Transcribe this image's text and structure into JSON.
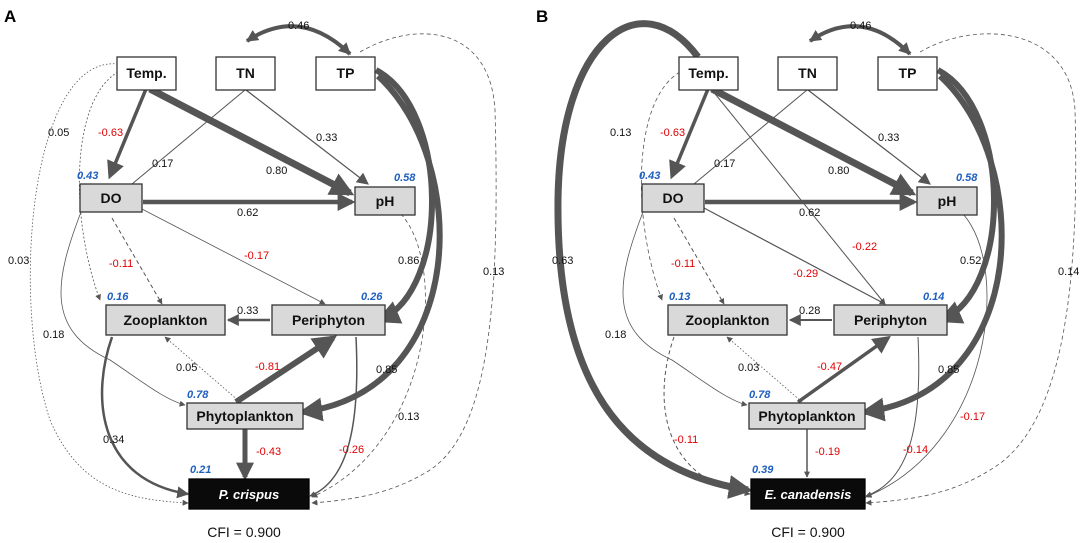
{
  "panels": [
    {
      "label": "A",
      "cfi": "CFI = 0.900",
      "nodes": {
        "temp": "Temp.",
        "tn": "TN",
        "tp": "TP",
        "do": "DO",
        "ph": "pH",
        "zoo": "Zooplankton",
        "peri": "Periphyton",
        "phyto": "Phytoplankton",
        "target": "P. crispus"
      },
      "r2": {
        "do": "0.43",
        "ph": "0.58",
        "zoo": "0.16",
        "peri": "0.26",
        "phyto": "0.78",
        "target": "0.21"
      },
      "edges": {
        "tn_tp": "0.46",
        "temp_do": "-0.63",
        "temp_ph": "0.80",
        "tn_do": "0.17",
        "tn_ph": "0.33",
        "do_ph": "0.62",
        "do_zoo": "-0.11",
        "do_peri": "-0.17",
        "do_phyto": "0.18",
        "temp_zoo": "0.05",
        "temp_target": "0.03",
        "tp_peri": "0.86",
        "tp_phyto": "0.85",
        "tp_target": "0.13",
        "ph_target": "0.13",
        "peri_zoo": "0.33",
        "phyto_peri": "-0.81",
        "phyto_zoo": "0.05",
        "phyto_target": "-0.43",
        "zoo_target": "0.34",
        "peri_target": "-0.26"
      }
    },
    {
      "label": "B",
      "cfi": "CFI = 0.900",
      "nodes": {
        "temp": "Temp.",
        "tn": "TN",
        "tp": "TP",
        "do": "DO",
        "ph": "pH",
        "zoo": "Zooplankton",
        "peri": "Periphyton",
        "phyto": "Phytoplankton",
        "target": "E. canadensis"
      },
      "r2": {
        "do": "0.43",
        "ph": "0.58",
        "zoo": "0.13",
        "peri": "0.14",
        "phyto": "0.78",
        "target": "0.39"
      },
      "edges": {
        "tn_tp": "0.46",
        "temp_do": "-0.63",
        "temp_ph": "0.80",
        "tn_do": "0.17",
        "tn_ph": "0.33",
        "do_ph": "0.62",
        "temp_peri": "-0.22",
        "do_peri": "-0.29",
        "do_zoo": "-0.11",
        "do_phyto": "0.18",
        "temp_zoo": "0.13",
        "temp_target": "0.63",
        "tp_peri": "0.52",
        "tp_phyto": "0.85",
        "tp_target": "0.14",
        "ph_target": "-0.17",
        "peri_zoo": "0.28",
        "phyto_peri": "-0.47",
        "phyto_zoo": "0.03",
        "phyto_target": "-0.19",
        "zoo_target": "-0.11",
        "peri_target": "-0.14"
      }
    }
  ]
}
